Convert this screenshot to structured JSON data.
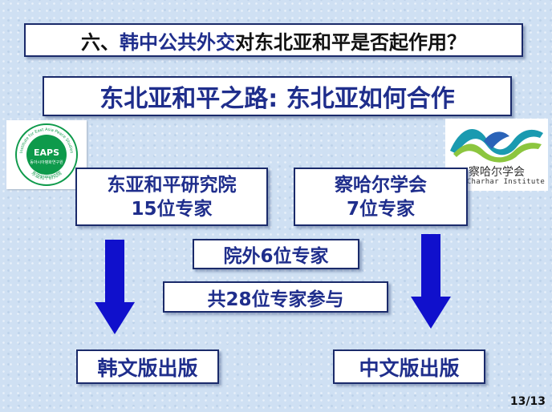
{
  "title": {
    "prefix": "六、",
    "accent": "韩中公共外交",
    "suffix": "对东北亚和平是否起作用？"
  },
  "subtitle": "东北亚和平之路: 东北亚如何合作",
  "eaps": {
    "logo_text": "EAPS",
    "logo_sub": "동아시아평화연구원",
    "ring_text_top": "Institute for East Asia Peace Studies",
    "ring_text_bottom": "东亚和平研究院",
    "box_line1": "东亚和平研究院",
    "box_line2": "15位专家"
  },
  "charhar": {
    "name_cn": "察哈尔学会",
    "name_en": "The Charhar Institute",
    "box_line1": "察哈尔学会",
    "box_line2": "7位专家"
  },
  "outside_experts": "院外6位专家",
  "total_experts": "共28位专家参与",
  "korean_edition": "韩文版出版",
  "chinese_edition": "中文版出版",
  "page_number": "13/13",
  "colors": {
    "accent": "#1f2e8c",
    "arrow": "#1010cc",
    "eaps_green": "#0e9a4b",
    "charhar_teal": "#1a9ab0"
  }
}
